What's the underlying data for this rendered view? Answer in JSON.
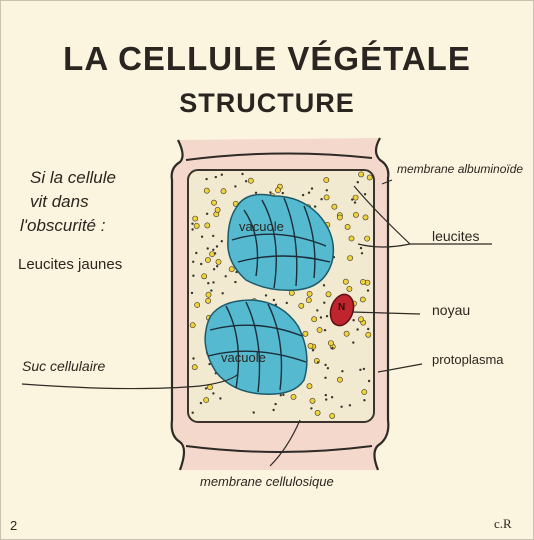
{
  "title": "LA CELLULE VÉGÉTALE",
  "subtitle": "STRUCTURE",
  "note": {
    "line1": "Si la cellule",
    "line2": "vit dans",
    "line3": "l'obscurité :",
    "line4": "Leucites jaunes"
  },
  "labels": {
    "membrane_albuminoide": "membrane albuminoïde",
    "leucites": "leucites",
    "noyau": "noyau",
    "protoplasma": "protoplasma",
    "suc_cellulaire": "Suc cellulaire",
    "membrane_cellulosique": "membrane cellulosique",
    "vacuole_top": "vacuole",
    "vacuole_bottom": "vacuole",
    "nucleus_letter": "N"
  },
  "page_number": "2",
  "signature": "c.R",
  "colors": {
    "background": "#fbf4de",
    "wall": "#f4d8cc",
    "wall_outline": "#2e2a25",
    "protoplasm": "#f1ead1",
    "vacuole": "#55b9cf",
    "nucleus": "#c0242c",
    "leucite_yellow": "#f0d23a"
  }
}
